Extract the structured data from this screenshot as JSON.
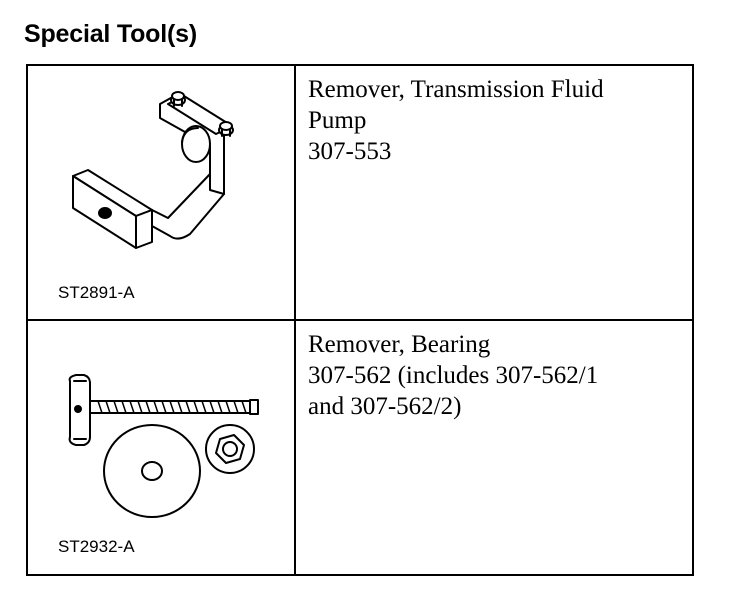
{
  "heading": "Special Tool(s)",
  "tools": [
    {
      "image_code": "ST2891-A",
      "lines": [
        "Remover, Transmission Fluid",
        "Pump",
        "307-553"
      ]
    },
    {
      "image_code": "ST2932-A",
      "lines": [
        "Remover, Bearing",
        "307-562 (includes 307-562/1",
        "and 307-562/2)"
      ]
    }
  ]
}
